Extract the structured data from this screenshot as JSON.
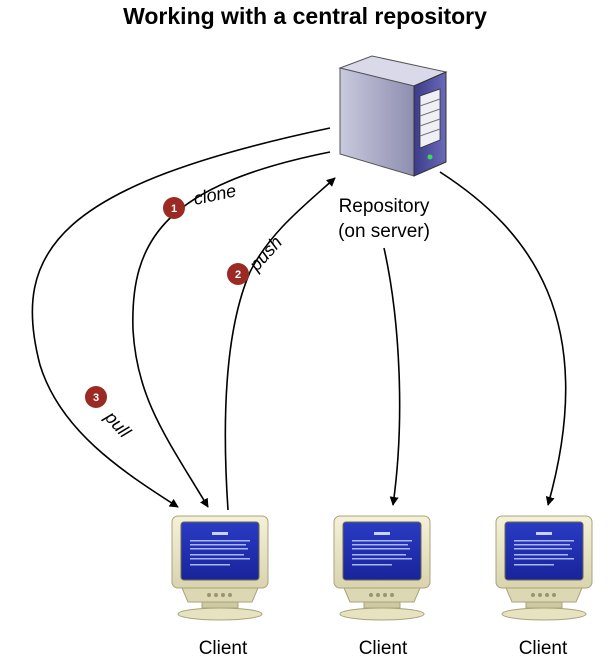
{
  "title": "Working with a central repository",
  "server": {
    "label_line1": "Repository",
    "label_line2": "(on server)",
    "icon": "server-tower-icon"
  },
  "clients": [
    {
      "label": "Client",
      "icon": "crt-monitor-icon"
    },
    {
      "label": "Client",
      "icon": "crt-monitor-icon"
    },
    {
      "label": "Client",
      "icon": "crt-monitor-icon"
    }
  ],
  "steps": [
    {
      "number": "1",
      "label": "clone"
    },
    {
      "number": "2",
      "label": "push"
    },
    {
      "number": "3",
      "label": "pull"
    }
  ],
  "colors": {
    "badge": "#9b2a24",
    "screen": "#1f2fb0",
    "monitor_body": "#ece8c8",
    "server_body": "#5a5aa8"
  }
}
